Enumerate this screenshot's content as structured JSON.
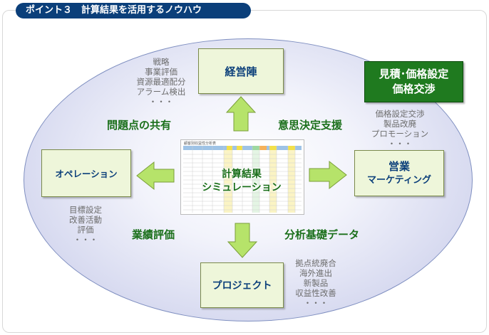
{
  "header": {
    "title": "ポイント３　計算結果を活用するノウハウ"
  },
  "boxes": {
    "top": "経営陣",
    "left": "オペレーション",
    "right_line1": "営業",
    "right_line2": "マーケティング",
    "bottom": "プロジェクト",
    "highlight_line1": "見積･価格設定",
    "highlight_line2": "価格交渉"
  },
  "center": {
    "line1": "計算結果",
    "line2": "シミュレーション",
    "sheet_title": "顧客別収益性分析表"
  },
  "flow_labels": {
    "top_left": "問題点の共有",
    "top_right": "意思決定支援",
    "bottom_left": "業績評価",
    "bottom_right": "分析基礎データ"
  },
  "notes": {
    "top": [
      "戦略",
      "事業評価",
      "資源最適配分",
      "アラーム検出",
      "・・・"
    ],
    "right": [
      "価格設定交渉",
      "製品改廃",
      "プロモーション",
      "・・・"
    ],
    "left": [
      "目標設定",
      "改善活動",
      "評価",
      "・・・"
    ],
    "bottom": [
      "拠点統廃合",
      "海外進出",
      "新製品",
      "収益性改善",
      "・・・"
    ]
  },
  "colors": {
    "header_bg": "#0b3f7a",
    "box_text": "#0b3f7a",
    "label_green": "#1a6f1a",
    "arrow_fill": "#b6e36a",
    "highlight_bg": "#1f7a1f"
  }
}
